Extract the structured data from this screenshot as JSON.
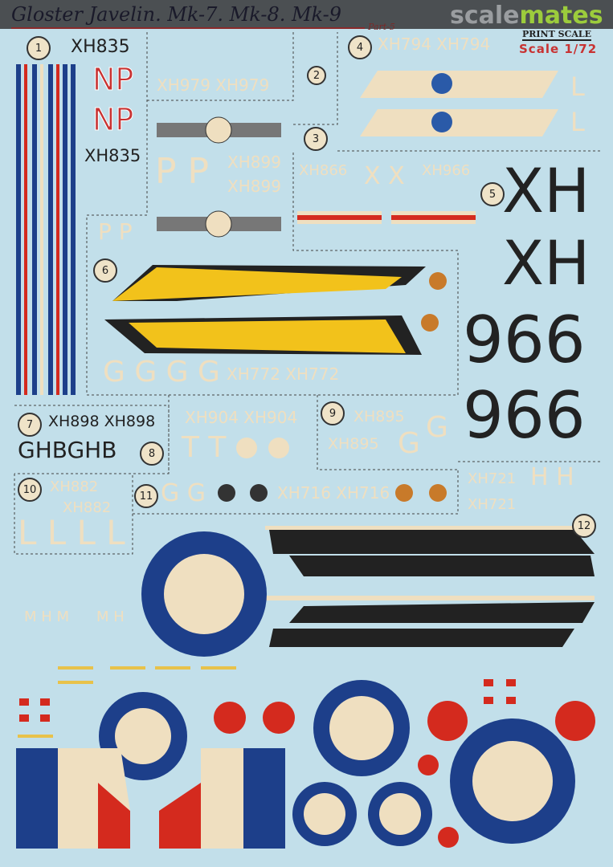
{
  "header": {
    "title": "Gloster Javelin. Mk-7. Mk-8. Mk-9",
    "part": "Part-5",
    "watermark_a": "scale",
    "watermark_b": "mates",
    "brand": "PRINT SCALE",
    "scale": "Scale 1/72"
  },
  "numbers": [
    "1",
    "2",
    "3",
    "4",
    "5",
    "6",
    "7",
    "8",
    "9",
    "10",
    "11",
    "12"
  ],
  "labels": {
    "s1_serial": "XH835",
    "s1_np1": "NP",
    "s1_np2": "NP",
    "s1_serial2": "XH835",
    "s2_serial": "XH979 XH979",
    "s4_serial": "XH794 XH794",
    "s4_l1": "L",
    "s4_l2": "L",
    "s3_pp": "P P",
    "s3_xh1": "XH899",
    "s3_xh2": "XH899",
    "s3_pp2": "P P",
    "s5_xh866": "XH866",
    "s5_xx": "X X",
    "s5_xh966": "XH966",
    "s5_big1": "XH",
    "s5_big2": "XH",
    "s5_big3": "966",
    "s5_big4": "966",
    "s6_g": "G G G G",
    "s6_serial": "XH772 XH772",
    "s7_serial": "XH898 XH898",
    "s7_code": "GHBGHB",
    "s8_serial": "XH904 XH904",
    "s8_tt": "T T",
    "s9_xh1": "XH895",
    "s9_xh2": "XH895",
    "s9_g1": "G",
    "s9_g2": "G",
    "s10_xh1": "XH882",
    "s10_xh2": "XH882",
    "s10_l": "L L L L",
    "s11_gg": "G G",
    "s11_serial": "XH716 XH716",
    "s12_xh1": "XH721",
    "s12_xh2": "XH721",
    "s12_hh": "H H",
    "mhm1": "M H M",
    "mhm2": "M H"
  },
  "colors": {
    "background": "#c2dfea",
    "cream": "#efdfc0",
    "roundel_blue": "#1d3f8a",
    "roundel_red": "#d42a1e",
    "black": "#222222",
    "yellow": "#f2c21b"
  }
}
